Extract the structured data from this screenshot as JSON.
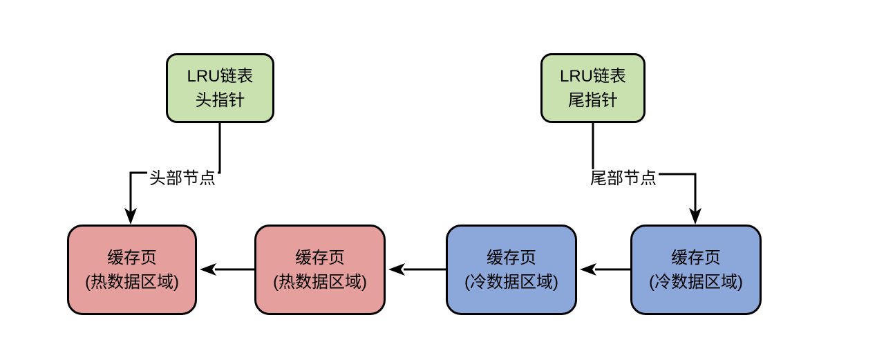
{
  "diagram": {
    "title": "LRU linked list hot/cold cache pages",
    "colors": {
      "pointer_fill": "#c9e1ae",
      "hot_fill": "#e59f9c",
      "cold_fill": "#8ca7d9",
      "stroke": "#000000",
      "background": "#ffffff"
    },
    "nodes": {
      "head_pointer": {
        "line1": "LRU链表",
        "line2": "头指针"
      },
      "tail_pointer": {
        "line1": "LRU链表",
        "line2": "尾指针"
      },
      "hot1": {
        "line1": "缓存页",
        "line2": "(热数据区域)"
      },
      "hot2": {
        "line1": "缓存页",
        "line2": "(热数据区域)"
      },
      "cold1": {
        "line1": "缓存页",
        "line2": "(冷数据区域)"
      },
      "cold2": {
        "line1": "缓存页",
        "line2": "(冷数据区域)"
      }
    },
    "edge_labels": {
      "head": "头部节点",
      "tail": "尾部节点"
    }
  }
}
